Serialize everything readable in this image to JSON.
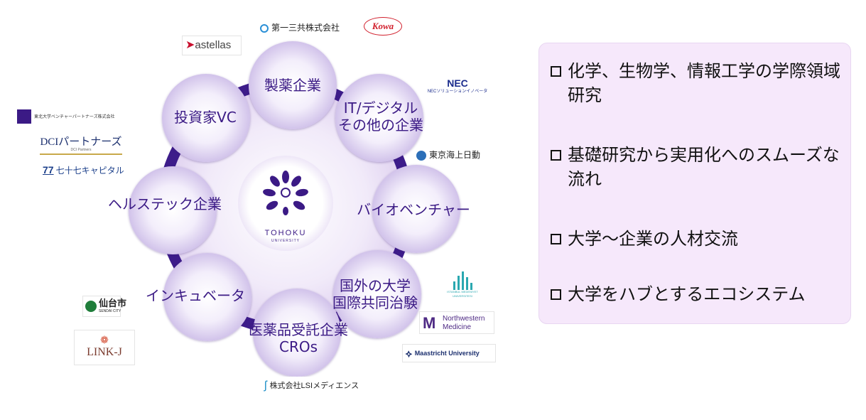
{
  "center": {
    "name": "TOHOKU",
    "sub": "UNIVERSITY"
  },
  "nodes": [
    {
      "id": "pharma",
      "lines": [
        "製薬企業"
      ]
    },
    {
      "id": "it",
      "lines": [
        "IT/デジタル",
        "その他の企業"
      ]
    },
    {
      "id": "bio",
      "lines": [
        "バイオベンチャー"
      ]
    },
    {
      "id": "overseas",
      "lines": [
        "国外の大学",
        "国際共同治験"
      ]
    },
    {
      "id": "cro",
      "lines": [
        "医薬品受託企業",
        "CROs"
      ]
    },
    {
      "id": "incubator",
      "lines": [
        "インキュベータ"
      ]
    },
    {
      "id": "healthtech",
      "lines": [
        "ヘルステック企業"
      ]
    },
    {
      "id": "vc",
      "lines": [
        "投資家VC"
      ]
    }
  ],
  "logos": {
    "daiichi": "第一三共株式会社",
    "kowa": "Kowa",
    "astellas": "astellas",
    "nec": "NEC",
    "nec_sub": "NECソリューションイノベータ",
    "tokio": "東京海上日動",
    "tohoku_venture": "東北大学ベンチャーパートナーズ株式会社",
    "dci": "DCIパートナーズ",
    "dci_sub": "DCI Partners",
    "shichijushichi": "七十七キャピタル",
    "shichijushichi_num": "77",
    "sendai": "仙台市",
    "sendai_sub": "SENDAI CITY",
    "linkj": "LINK-J",
    "itu": "ISTANBUL MEDENIYET UNIVERSITESI",
    "northwestern": "Northwestern",
    "northwestern_sub": "Medicine",
    "maastricht": "Maastricht University",
    "lsi": "株式会社LSIメディエンス"
  },
  "panel": {
    "bullets": [
      "化学、生物学、情報工学の学際領域研究",
      "基礎研究から実用化へのスムーズな流れ",
      "大学～企業の人材交流",
      "大学をハブとするエコシステム"
    ]
  },
  "colors": {
    "ring": "#3d1c8a",
    "node_text": "#3b1a85",
    "panel_bg": "#f6e8fb"
  }
}
